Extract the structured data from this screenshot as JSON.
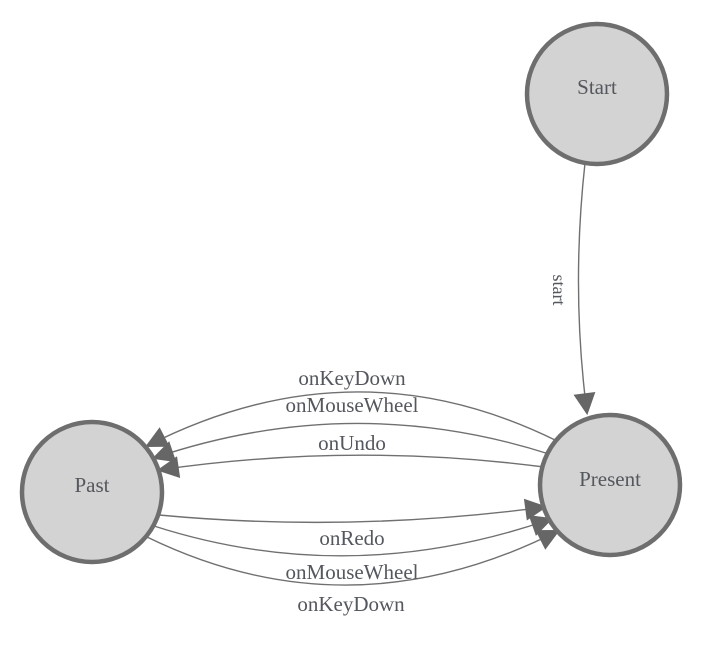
{
  "diagram": {
    "kind": "state-machine-diagram",
    "nodes": [
      {
        "id": "start",
        "label": "Start"
      },
      {
        "id": "past",
        "label": "Past"
      },
      {
        "id": "present",
        "label": "Present"
      }
    ],
    "edges": [
      {
        "from": "Start",
        "to": "Present",
        "label": "start"
      },
      {
        "from": "Present",
        "to": "Past",
        "label": "onKeyDown"
      },
      {
        "from": "Present",
        "to": "Past",
        "label": "onMouseWheel"
      },
      {
        "from": "Present",
        "to": "Past",
        "label": "onUndo"
      },
      {
        "from": "Past",
        "to": "Present",
        "label": "onRedo"
      },
      {
        "from": "Past",
        "to": "Present",
        "label": "onMouseWheel"
      },
      {
        "from": "Past",
        "to": "Present",
        "label": "onKeyDown"
      }
    ],
    "colors": {
      "background": "#ffffff",
      "node_fill": "#d3d3d3",
      "node_stroke": "#6e6e6e",
      "edge_stroke": "#707070",
      "arrow_fill": "#666666",
      "text": "#54575d"
    }
  }
}
